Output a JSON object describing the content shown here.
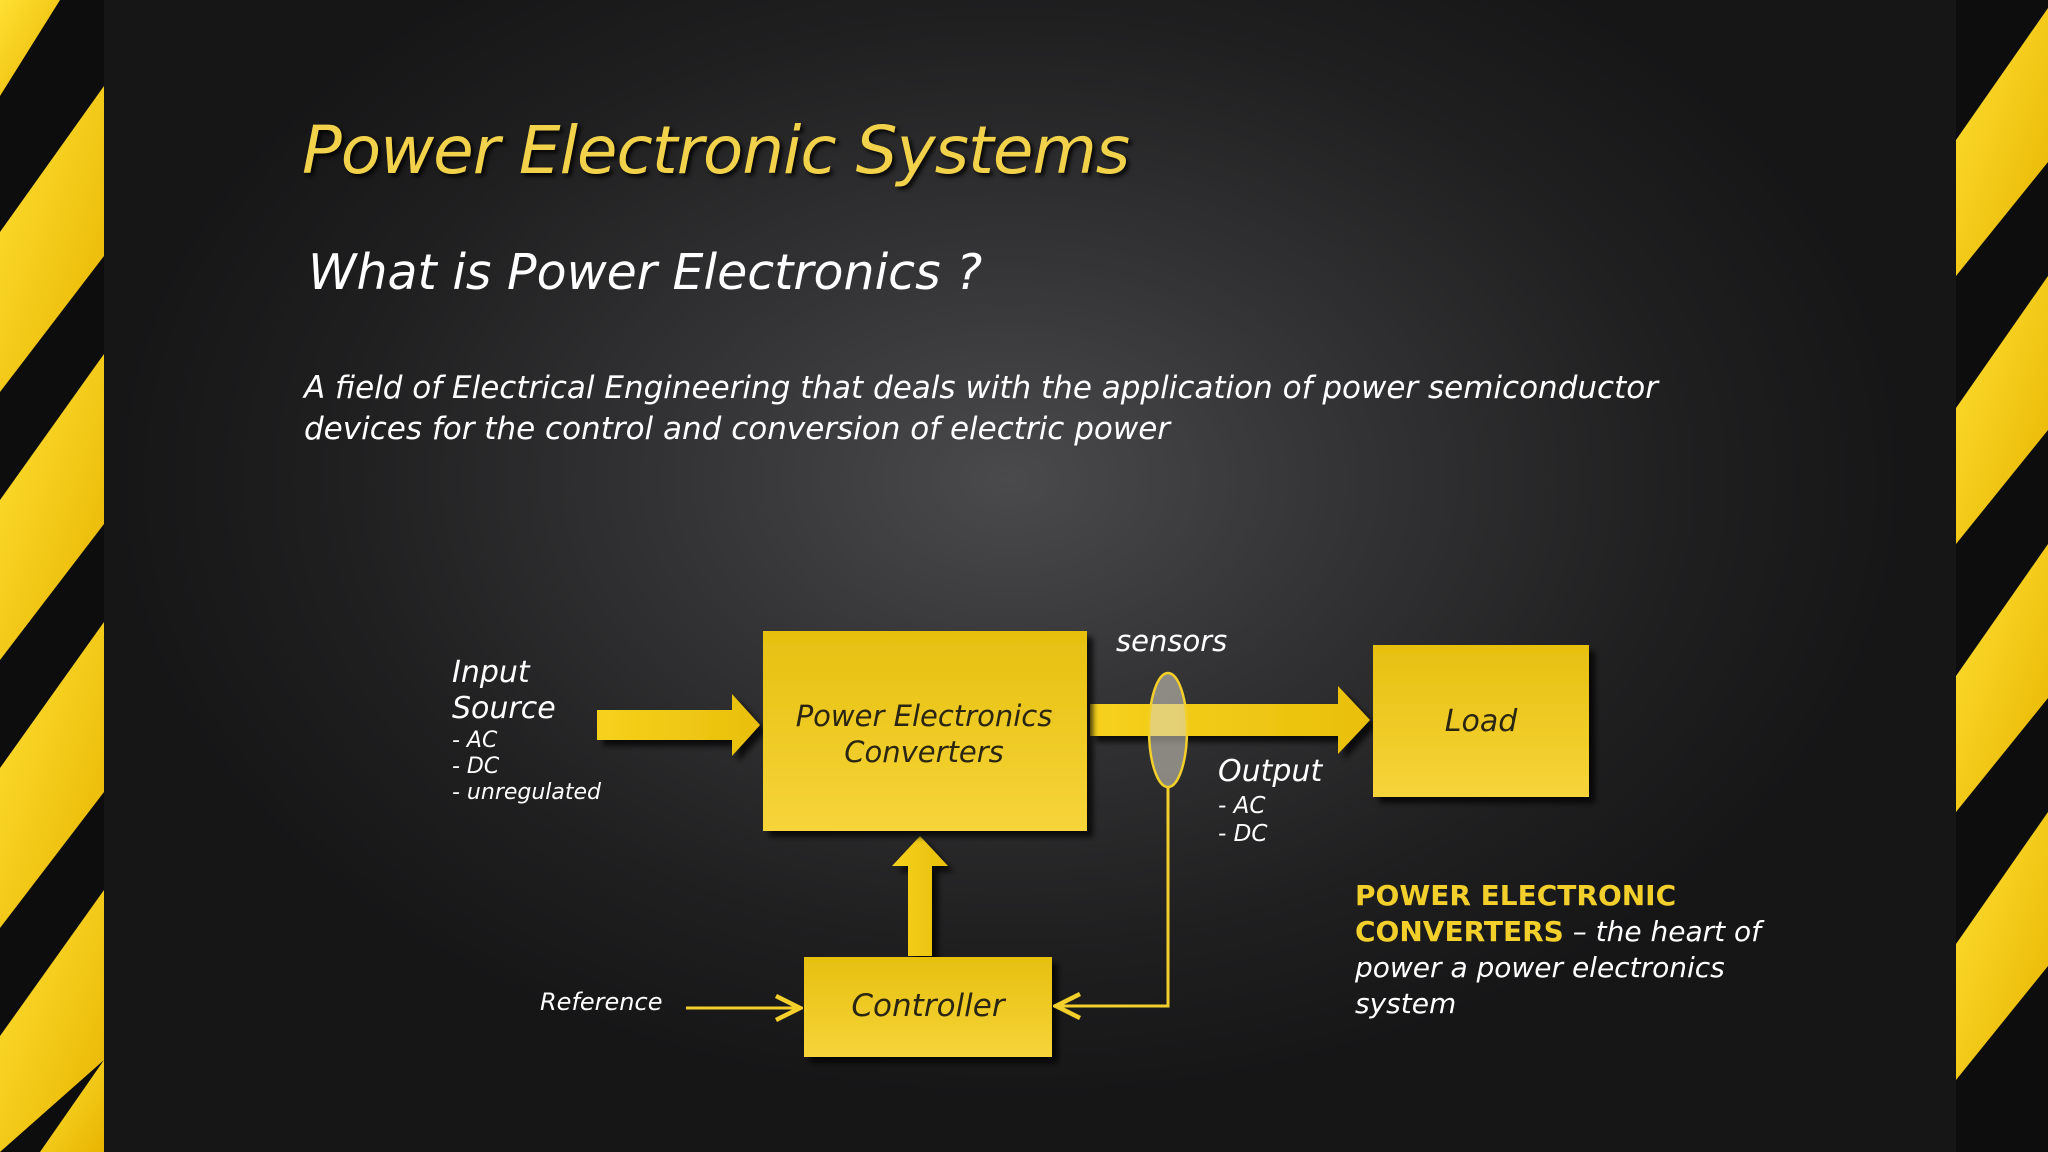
{
  "slide": {
    "title": "Power Electronic Systems",
    "subtitle": "What is Power Electronics ?",
    "definition": {
      "line1": "A field of Electrical Engineering that deals with the application of power semiconductor",
      "line2": "devices for the control and conversion of electric power"
    }
  },
  "diagram": {
    "input": {
      "title_line1": "Input",
      "title_line2": "Source",
      "items": [
        "- AC",
        "- DC",
        "- unregulated"
      ]
    },
    "converter": {
      "line1": "Power Electronics",
      "line2": "Converters"
    },
    "sensors_label": "sensors",
    "output": {
      "title": "Output",
      "items": [
        "- AC",
        "- DC"
      ]
    },
    "load_label": "Load",
    "controller_label": "Controller",
    "reference_label": "Reference"
  },
  "note": {
    "highlight_line1": "POWER ELECTRONIC",
    "highlight_line2": "CONVERTERS",
    "rest_line1": " – the heart of",
    "rest_line2": "power a power electronics",
    "rest_line3": "system"
  },
  "colors": {
    "accent_yellow": "#f2cf2a",
    "box_yellow": "#e8c41a",
    "background": "#2b2b2c",
    "stripe_yellow": "#f5c800"
  }
}
